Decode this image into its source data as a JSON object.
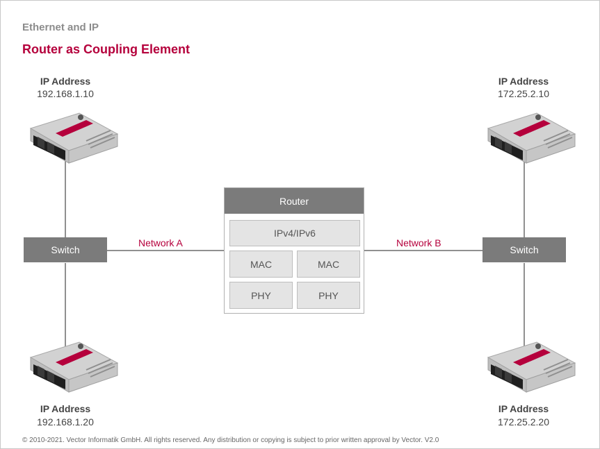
{
  "header": {
    "subtitle": "Ethernet and IP",
    "title": "Router as Coupling Element"
  },
  "devices": {
    "top_left": {
      "label": "IP Address",
      "address": "192.168.1.10"
    },
    "bottom_left": {
      "label": "IP Address",
      "address": "192.168.1.20"
    },
    "top_right": {
      "label": "IP Address",
      "address": "172.25.2.10"
    },
    "bottom_right": {
      "label": "IP Address",
      "address": "172.25.2.20"
    }
  },
  "switches": {
    "left": "Switch",
    "right": "Switch"
  },
  "networks": {
    "a": "Network A",
    "b": "Network B"
  },
  "router": {
    "title": "Router",
    "ip_layer": "IPv4/IPv6",
    "mac_left": "MAC",
    "mac_right": "MAC",
    "phy_left": "PHY",
    "phy_right": "PHY"
  },
  "footer": {
    "copyright": "© 2010-2021. Vector Informatik GmbH. All rights reserved. Any distribution or copying is subject to prior written approval by Vector. V2.0"
  },
  "colors": {
    "accent": "#b5003c",
    "box_dark": "#7b7b7b",
    "box_light": "#e4e4e4",
    "line": "#909090"
  }
}
